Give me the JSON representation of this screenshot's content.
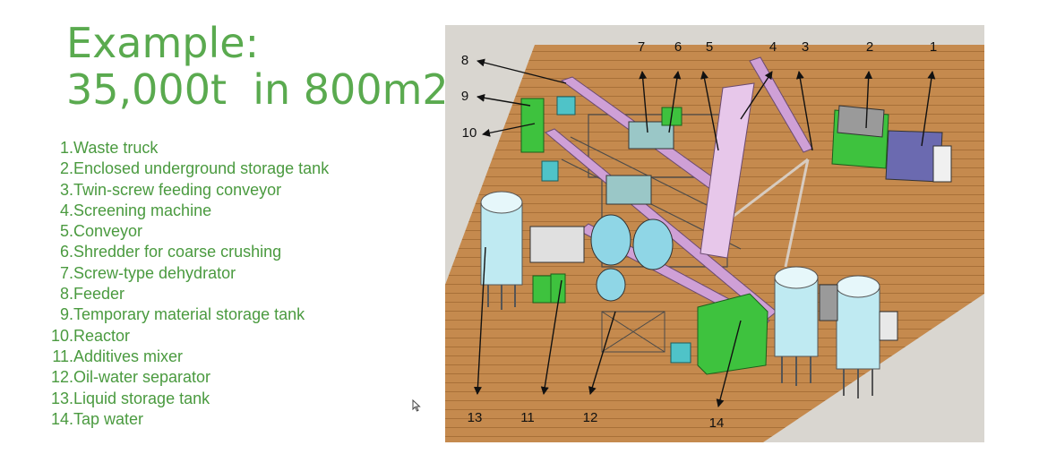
{
  "title": {
    "line1": "Example:",
    "line2": "35,000t  in 800m2"
  },
  "legend": [
    {
      "num": "1.",
      "text": "Waste truck"
    },
    {
      "num": "2.",
      "text": "Enclosed underground storage tank"
    },
    {
      "num": "3.",
      "text": "Twin-screw feeding conveyor"
    },
    {
      "num": "4.",
      "text": "Screening machine"
    },
    {
      "num": "5.",
      "text": "Conveyor"
    },
    {
      "num": "6.",
      "text": "Shredder for coarse crushing"
    },
    {
      "num": "7.",
      "text": "Screw-type dehydrator"
    },
    {
      "num": "8.",
      "text": "Feeder"
    },
    {
      "num": "9.",
      "text": "Temporary material storage tank"
    },
    {
      "num": "10.",
      "text": "Reactor"
    },
    {
      "num": "11.",
      "text": "Additives mixer"
    },
    {
      "num": "12.",
      "text": "Oil-water separator"
    },
    {
      "num": "13.",
      "text": "Liquid storage tank"
    },
    {
      "num": "14.",
      "text": "Tap water"
    }
  ],
  "callouts": [
    "1",
    "2",
    "3",
    "4",
    "5",
    "6",
    "7",
    "8",
    "9",
    "10",
    "11",
    "12",
    "13",
    "14"
  ],
  "colors": {
    "title_green": "#5aaa4f",
    "list_green": "#4a9a3f",
    "floor": "#c58a4e",
    "equipment_green": "#3ec23e",
    "tank": "#bfeaf2",
    "conveyor": "#cfa0d6"
  }
}
